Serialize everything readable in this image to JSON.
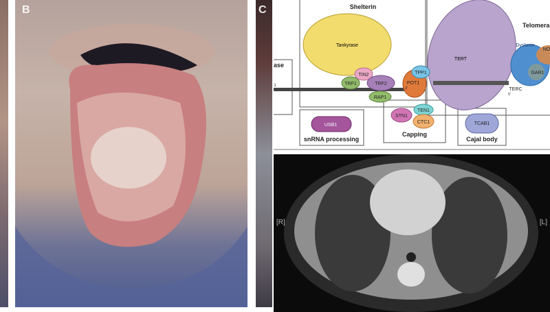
{
  "panels": {
    "photo_b_label": "B",
    "photo_c_label": "C"
  },
  "diagram": {
    "shelterin_title": "Shelterin",
    "telomerase_title": "Telomera",
    "left_box_label": "ase",
    "tankyrase": "Tankyrase",
    "tin2": "TIN2",
    "trf1": "TRF1",
    "trf2": "TRF2",
    "rap1": "RAP1",
    "pot1": "POT1",
    "tpp1": "TPP1",
    "tert": "TERT",
    "terc": "TERC",
    "dyskerin": "Dyskerin",
    "nop": "NO",
    "gar1": "GAR1",
    "usb1": "USB1",
    "snrna_processing": "snRNA processing",
    "stn1": "STN1",
    "ten1": "TEN1",
    "ctc1": "CTC1",
    "capping": "Capping",
    "tcab1": "TCAB1",
    "cajal_body": "Cajal body",
    "prime3": "3'",
    "prime5": "5'",
    "one": "1"
  },
  "ct": {
    "right_marker": "[R]",
    "left_marker": "[L]"
  }
}
